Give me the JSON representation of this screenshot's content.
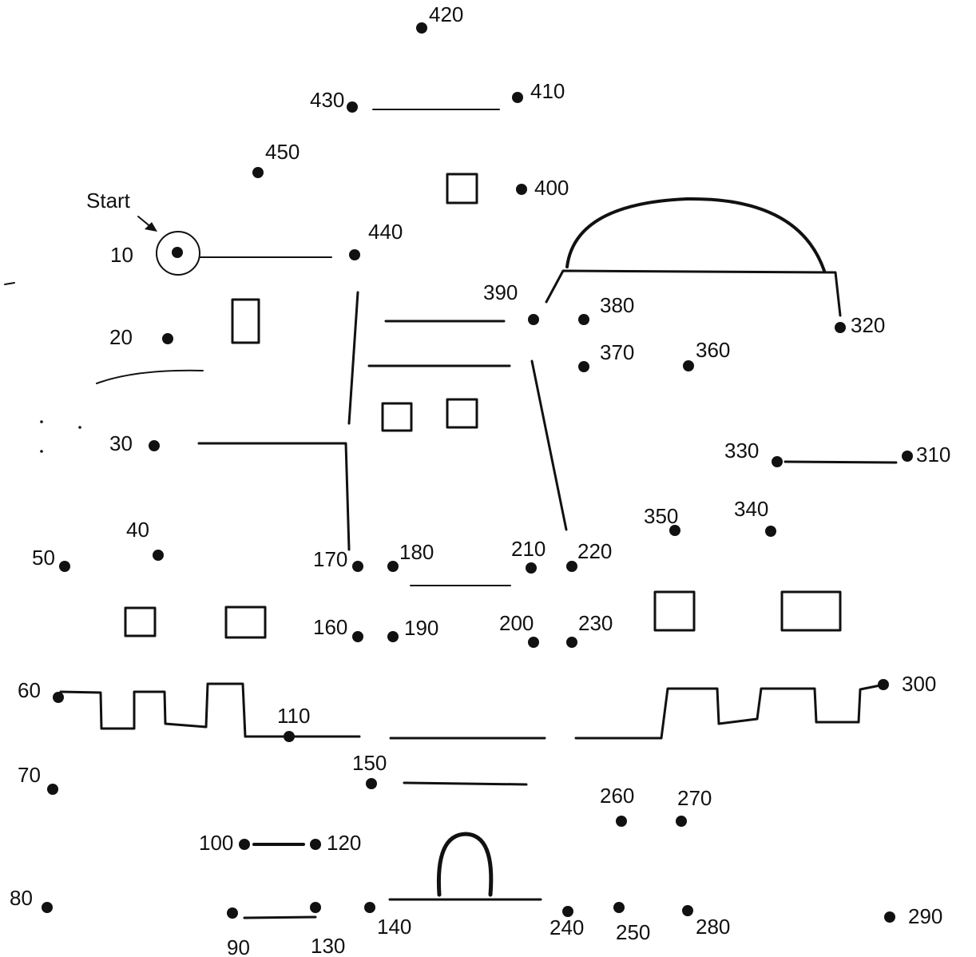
{
  "puzzle": {
    "start_label": "Start",
    "ink_color": "#111111",
    "background_color": "#ffffff",
    "dots": [
      {
        "label": "10"
      },
      {
        "label": "20"
      },
      {
        "label": "30"
      },
      {
        "label": "40"
      },
      {
        "label": "50"
      },
      {
        "label": "60"
      },
      {
        "label": "70"
      },
      {
        "label": "80"
      },
      {
        "label": "90"
      },
      {
        "label": "100"
      },
      {
        "label": "110"
      },
      {
        "label": "120"
      },
      {
        "label": "130"
      },
      {
        "label": "140"
      },
      {
        "label": "150"
      },
      {
        "label": "160"
      },
      {
        "label": "170"
      },
      {
        "label": "180"
      },
      {
        "label": "190"
      },
      {
        "label": "200"
      },
      {
        "label": "210"
      },
      {
        "label": "220"
      },
      {
        "label": "230"
      },
      {
        "label": "240"
      },
      {
        "label": "250"
      },
      {
        "label": "260"
      },
      {
        "label": "270"
      },
      {
        "label": "280"
      },
      {
        "label": "290"
      },
      {
        "label": "300"
      },
      {
        "label": "310"
      },
      {
        "label": "320"
      },
      {
        "label": "330"
      },
      {
        "label": "340"
      },
      {
        "label": "350"
      },
      {
        "label": "360"
      },
      {
        "label": "370"
      },
      {
        "label": "380"
      },
      {
        "label": "390"
      },
      {
        "label": "400"
      },
      {
        "label": "410"
      },
      {
        "label": "420"
      },
      {
        "label": "430"
      },
      {
        "label": "440"
      },
      {
        "label": "450"
      }
    ]
  }
}
